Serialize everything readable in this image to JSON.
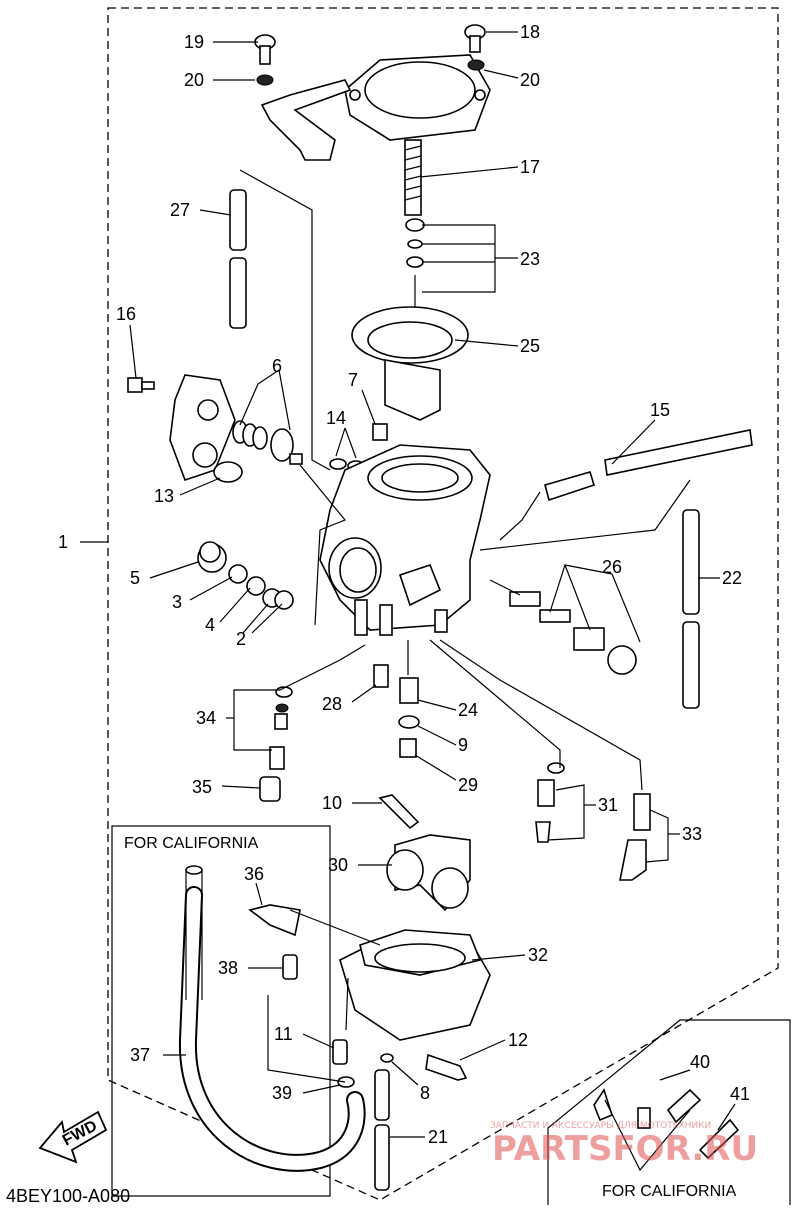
{
  "diagram_code": "4BEY100-A080",
  "watermark": {
    "line1": "ЗАПЧАСТИ И АКСЕССУАРЫ ДЛЯ МОТОТЕХНИКИ",
    "line2": "PARTSFOR.RU"
  },
  "boxes": {
    "california_left": "FOR CALIFORNIA",
    "california_right": "FOR CALIFORNIA"
  },
  "fwd_label": "FWD",
  "callouts": [
    "1",
    "2",
    "3",
    "4",
    "5",
    "6",
    "7",
    "8",
    "9",
    "10",
    "11",
    "12",
    "13",
    "14",
    "15",
    "16",
    "17",
    "18",
    "19",
    "20",
    "20",
    "21",
    "22",
    "23",
    "24",
    "25",
    "26",
    "27",
    "28",
    "29",
    "30",
    "31",
    "32",
    "33",
    "34",
    "35",
    "36",
    "37",
    "38",
    "39",
    "40",
    "41"
  ]
}
